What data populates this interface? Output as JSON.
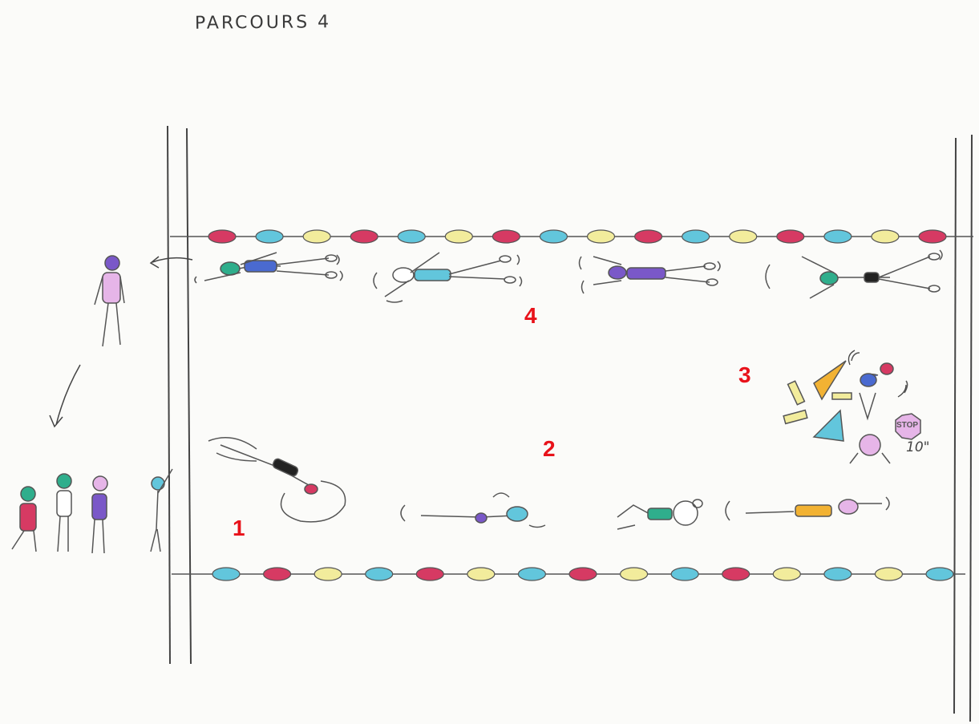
{
  "title": "PARCOURS 4",
  "steps": [
    {
      "label": "1"
    },
    {
      "label": "2"
    },
    {
      "label": "3"
    },
    {
      "label": "4"
    }
  ],
  "stop_sign": {
    "text": "STOP"
  },
  "timer": {
    "text": "10\""
  },
  "colors": {
    "number": "#e8121a",
    "pencil": "#555555",
    "buoy_red": "#d63a63",
    "buoy_cyan": "#62c6dc",
    "buoy_yellow": "#f2ec9c",
    "swimmer_blue": "#4a6ad0",
    "swimmer_cyan": "#62c6dc",
    "swimmer_purple": "#7a58c8",
    "swimmer_black": "#222222",
    "swimmer_green": "#2fae8c",
    "swimmer_orange": "#f2b233",
    "swimmer_red": "#d63a63",
    "swimmer_pink": "#e6b5e8"
  },
  "top_rope": [
    "red",
    "cyan",
    "yellow",
    "red",
    "cyan",
    "yellow",
    "red",
    "cyan",
    "yellow",
    "red",
    "cyan",
    "yellow",
    "red",
    "cyan",
    "yellow",
    "red"
  ],
  "bottom_rope": [
    "cyan",
    "red",
    "yellow",
    "cyan",
    "red",
    "yellow",
    "cyan",
    "red",
    "yellow",
    "cyan",
    "red",
    "yellow",
    "cyan",
    "yellow",
    "cyan"
  ]
}
